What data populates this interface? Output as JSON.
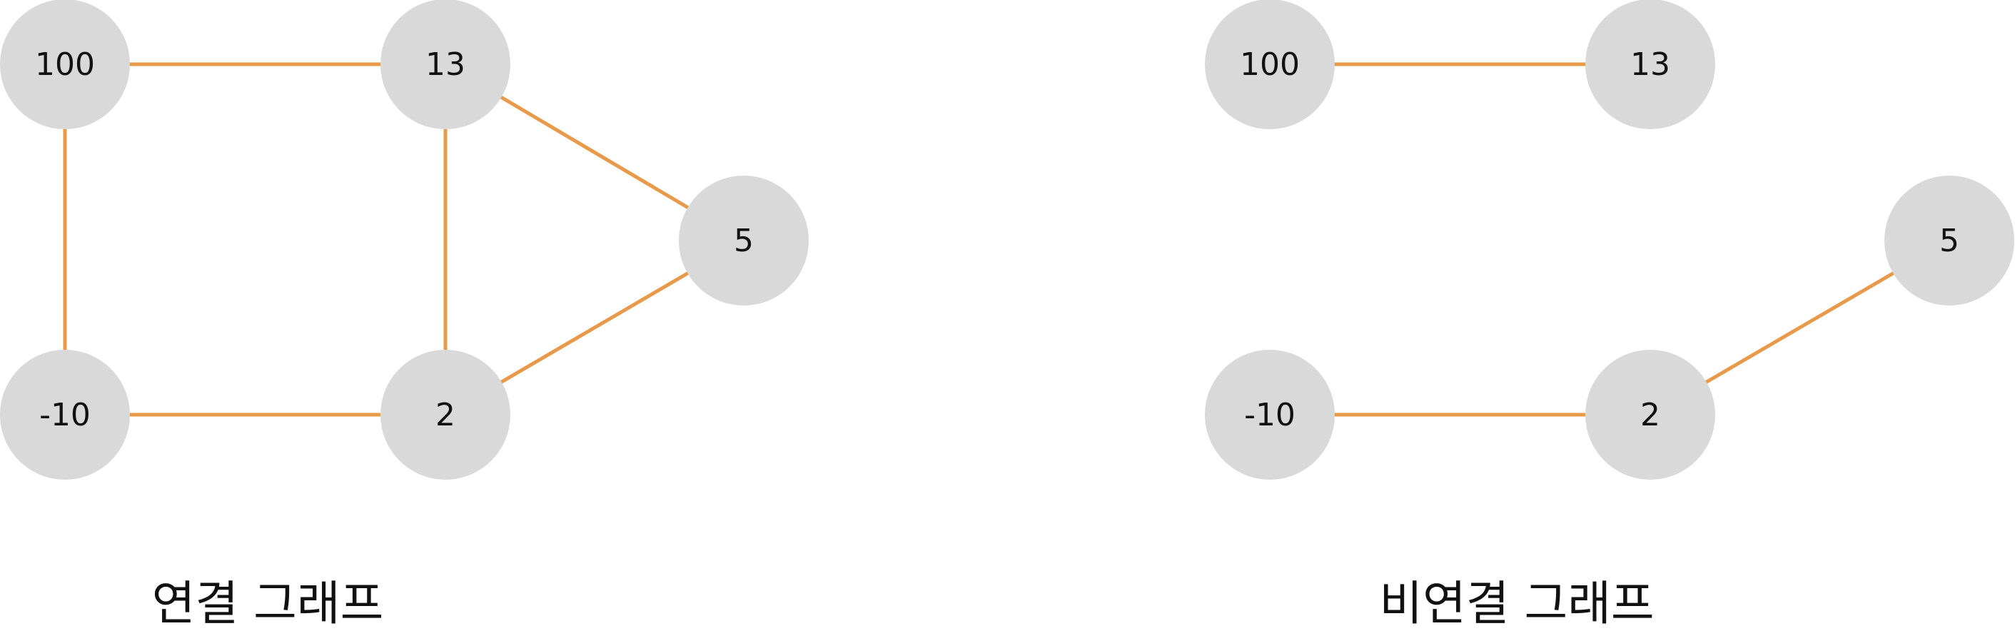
{
  "colors": {
    "edge": "#E8994A",
    "node_fill": "#D9D9D9",
    "text": "#111111",
    "background": "#FFFFFF"
  },
  "graphs": [
    {
      "id": "connected",
      "caption": "연결 그래프",
      "nodes": [
        {
          "id": "n100",
          "label": "100"
        },
        {
          "id": "n13",
          "label": "13"
        },
        {
          "id": "n5",
          "label": "5"
        },
        {
          "id": "n-10",
          "label": "-10"
        },
        {
          "id": "n2",
          "label": "2"
        }
      ],
      "edges": [
        [
          "n100",
          "n13"
        ],
        [
          "n100",
          "n-10"
        ],
        [
          "n13",
          "n2"
        ],
        [
          "n13",
          "n5"
        ],
        [
          "n-10",
          "n2"
        ],
        [
          "n2",
          "n5"
        ]
      ]
    },
    {
      "id": "disconnected",
      "caption": "비연결 그래프",
      "nodes": [
        {
          "id": "n100",
          "label": "100"
        },
        {
          "id": "n13",
          "label": "13"
        },
        {
          "id": "n5",
          "label": "5"
        },
        {
          "id": "n-10",
          "label": "-10"
        },
        {
          "id": "n2",
          "label": "2"
        }
      ],
      "edges": [
        [
          "n100",
          "n13"
        ],
        [
          "n-10",
          "n2"
        ],
        [
          "n2",
          "n5"
        ]
      ]
    }
  ]
}
